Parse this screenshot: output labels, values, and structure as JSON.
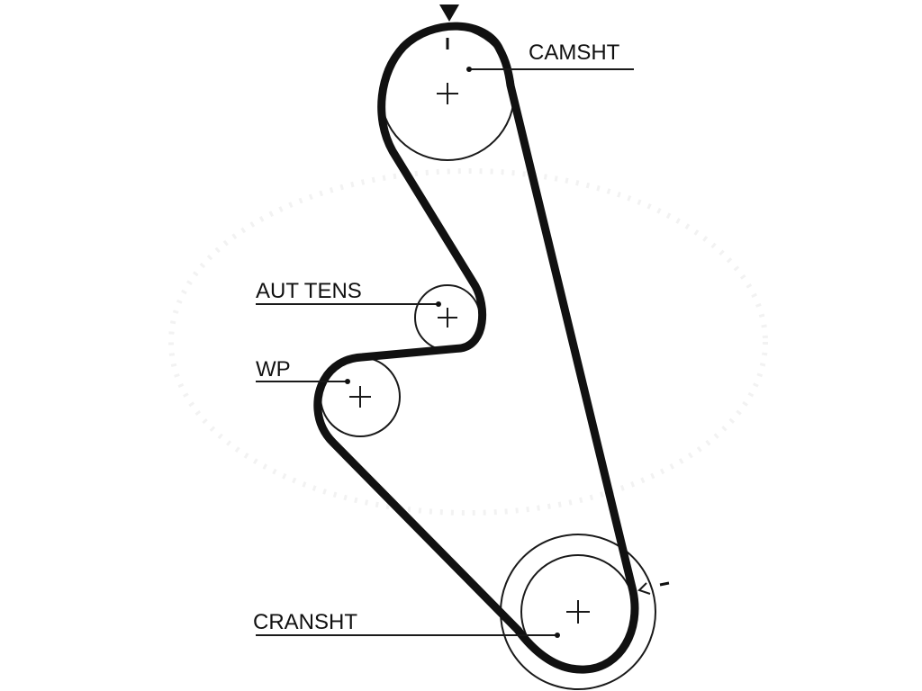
{
  "labels": {
    "camshaft": "CAMSHT",
    "tensioner": "AUT TENS",
    "water_pump": "WP",
    "crankshaft": "CRANSHT"
  },
  "colors": {
    "belt": "#111111",
    "pulley": "#1a1a1a",
    "background": "#ffffff"
  },
  "icons": {
    "timing_marker": "triangle-down"
  }
}
